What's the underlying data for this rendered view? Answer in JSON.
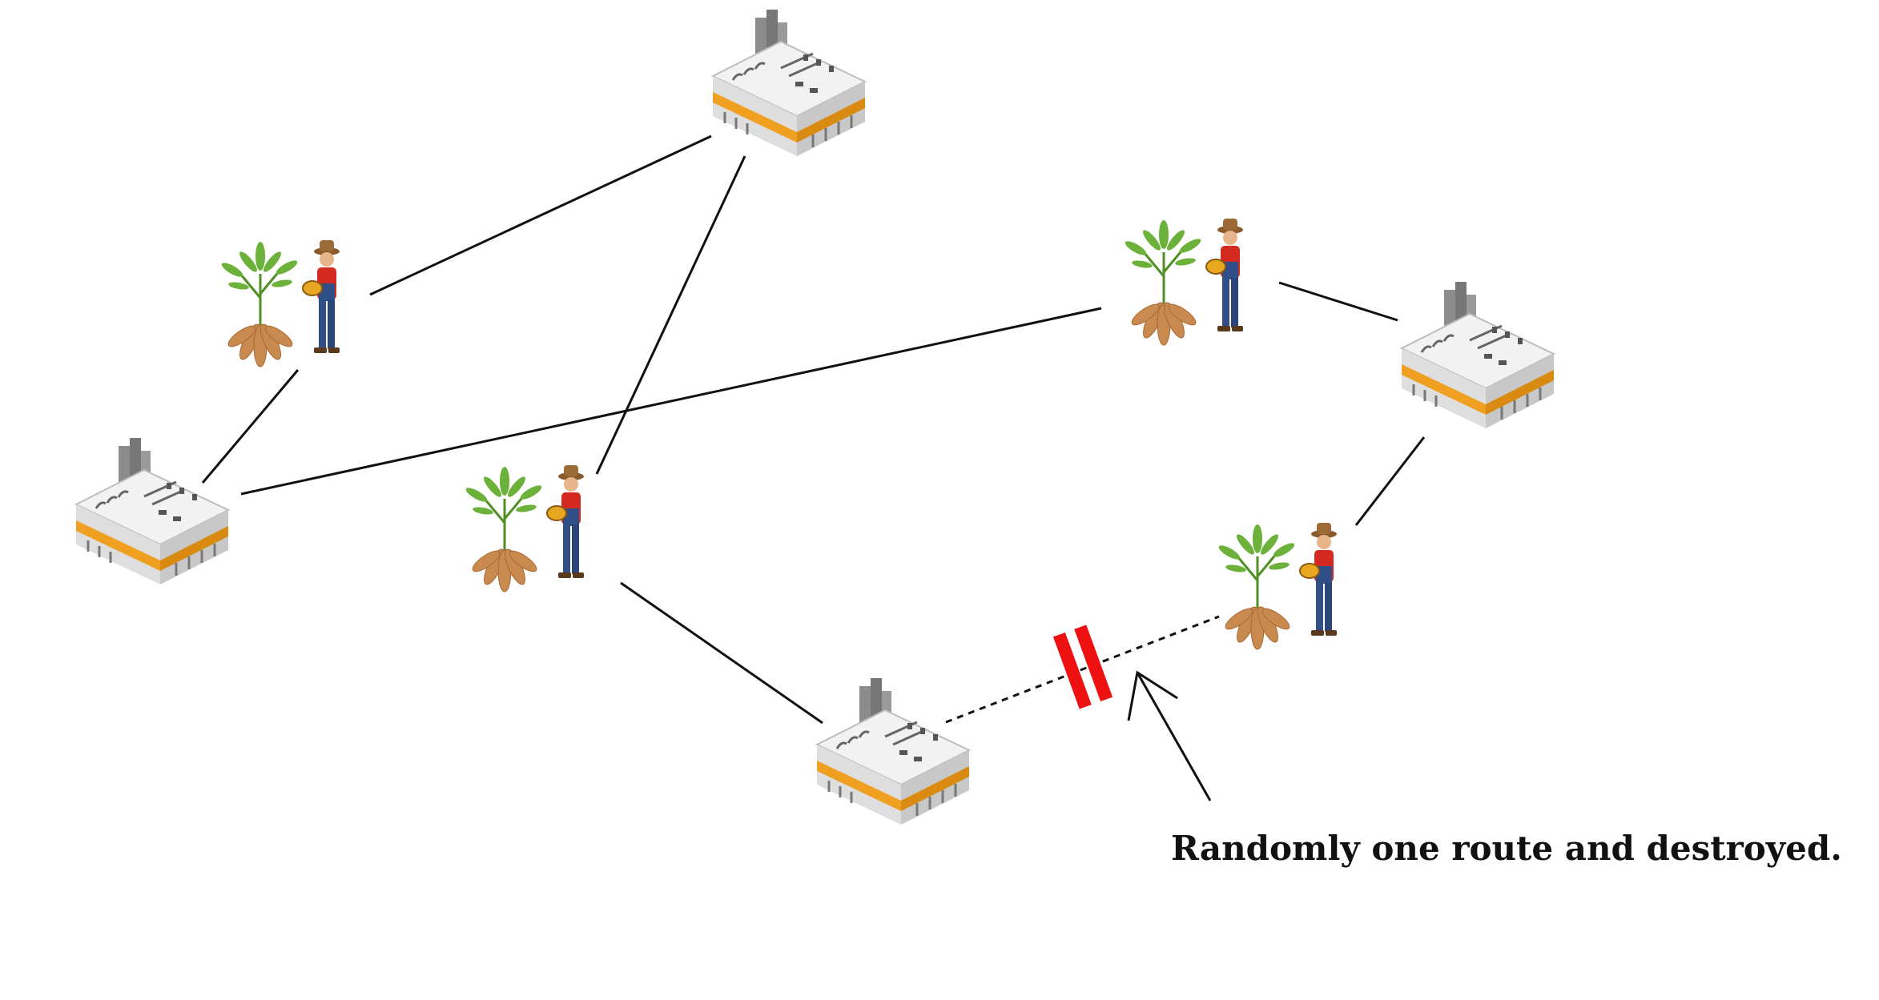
{
  "annotation": {
    "text": "Randomly one route and destroyed."
  },
  "nodes": [
    {
      "id": "factory-top",
      "kind": "factory"
    },
    {
      "id": "factory-left",
      "kind": "factory"
    },
    {
      "id": "factory-right",
      "kind": "factory"
    },
    {
      "id": "factory-bottom",
      "kind": "factory"
    },
    {
      "id": "farmer-left",
      "kind": "farmer"
    },
    {
      "id": "farmer-center",
      "kind": "farmer"
    },
    {
      "id": "farmer-topright",
      "kind": "farmer"
    },
    {
      "id": "farmer-bottomright",
      "kind": "farmer"
    }
  ],
  "routes": [
    {
      "from": "farmer-left",
      "to": "factory-top",
      "status": "active"
    },
    {
      "from": "farmer-left",
      "to": "factory-left",
      "status": "active"
    },
    {
      "from": "farmer-center",
      "to": "factory-top",
      "status": "active"
    },
    {
      "from": "farmer-center",
      "to": "factory-bottom",
      "status": "active"
    },
    {
      "from": "farmer-topright",
      "to": "factory-left",
      "status": "active"
    },
    {
      "from": "farmer-topright",
      "to": "factory-right",
      "status": "active"
    },
    {
      "from": "farmer-bottomright",
      "to": "factory-right",
      "status": "active"
    },
    {
      "from": "factory-bottom",
      "to": "farmer-bottomright",
      "status": "destroyed"
    }
  ],
  "colors": {
    "route": "#111111",
    "break_mark": "#ee1111",
    "factory_stripe": "#f0a020",
    "factory_body": "#e4e4e4",
    "plant_leaf": "#5aa02c",
    "root": "#c98a50",
    "farmer_shirt": "#d42a20",
    "farmer_pants": "#2f4f86"
  }
}
